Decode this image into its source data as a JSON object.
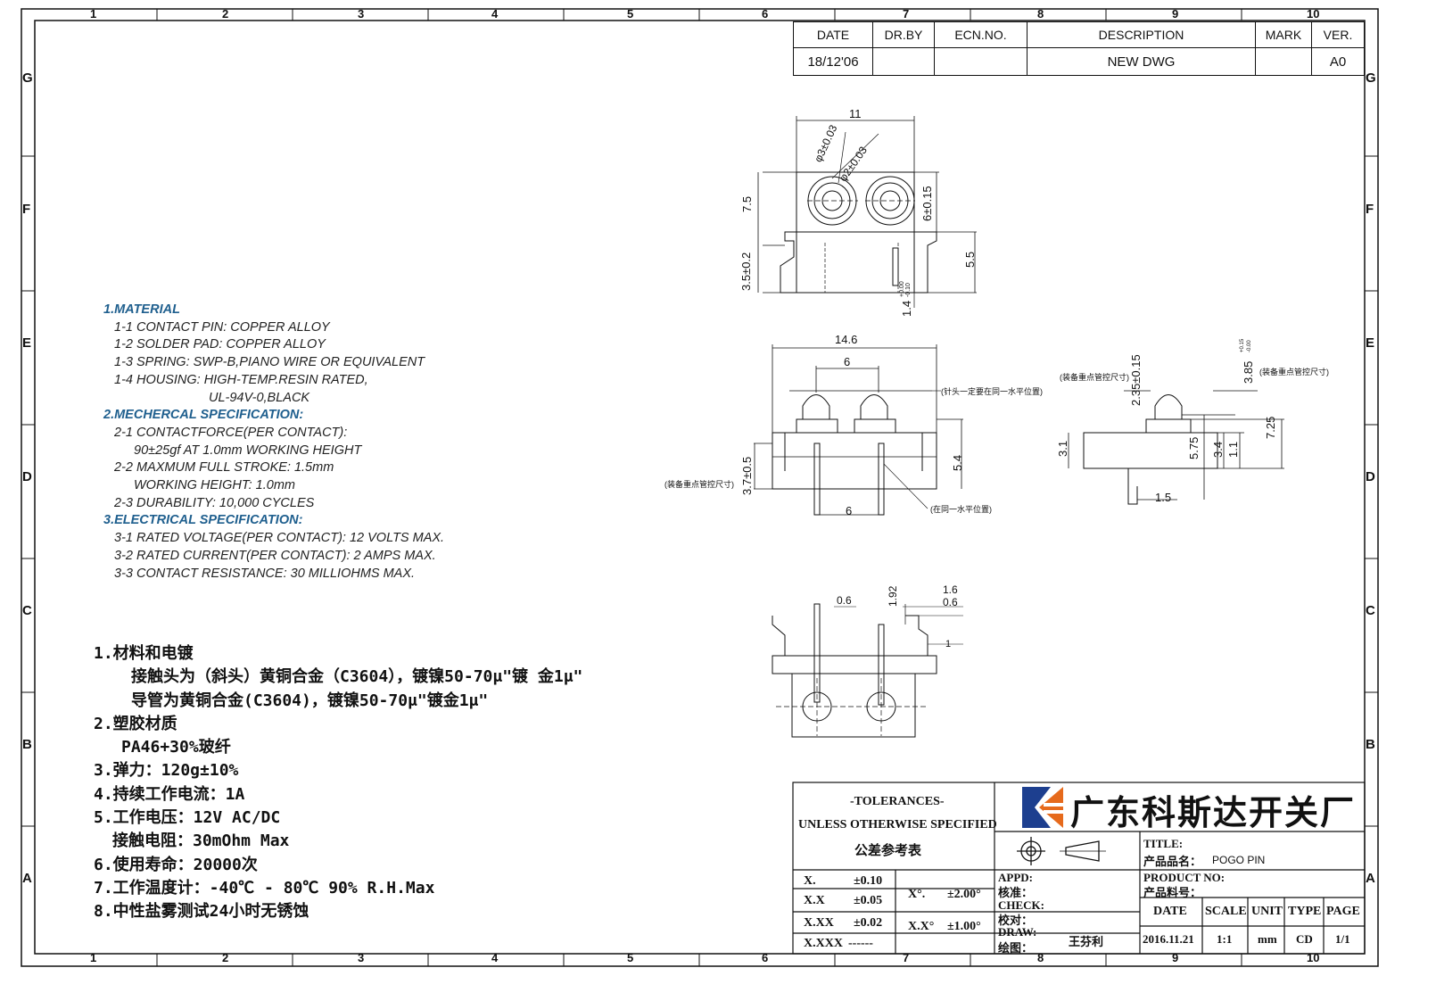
{
  "grid": {
    "columns": [
      "1",
      "2",
      "3",
      "4",
      "5",
      "6",
      "7",
      "8",
      "9",
      "10"
    ],
    "rows": [
      "G",
      "F",
      "E",
      "D",
      "C",
      "B",
      "A"
    ]
  },
  "revision_block": {
    "headers": [
      "DATE",
      "DR.BY",
      "ECN.NO.",
      "DESCRIPTION",
      "MARK",
      "VER."
    ],
    "row": [
      "18/12'06",
      "",
      "",
      "NEW  DWG",
      "",
      "A0"
    ]
  },
  "spec_en": [
    {
      "text": "1.MATERIAL",
      "style": "h"
    },
    {
      "text": "1-1 CONTACT PIN:  COPPER ALLOY",
      "style": "i1"
    },
    {
      "text": "1-2 SOLDER PAD:  COPPER ALLOY",
      "style": "i1"
    },
    {
      "text": "1-3 SPRING:  SWP-B,PIANO WIRE OR EQUIVALENT",
      "style": "i1"
    },
    {
      "text": "1-4 HOUSING:  HIGH-TEMP.RESIN RATED,",
      "style": "i1"
    },
    {
      "text": "UL-94V-0,BLACK",
      "style": "i3"
    },
    {
      "text": "2.MECHERCAL SPECIFICATION:",
      "style": "h"
    },
    {
      "text": "2-1 CONTACTFORCE(PER CONTACT):",
      "style": "i1"
    },
    {
      "text": "90±25gf AT 1.0mm WORKING HEIGHT",
      "style": "i2"
    },
    {
      "text": "2-2 MAXMUM FULL STROKE:  1.5mm",
      "style": "i1"
    },
    {
      "text": "WORKING HEIGHT:  1.0mm",
      "style": "i2"
    },
    {
      "text": "2-3 DURABILITY:  10,000 CYCLES",
      "style": "i1"
    },
    {
      "text": "3.ELECTRICAL SPECIFICATION:",
      "style": "h"
    },
    {
      "text": "3-1 RATED VOLTAGE(PER CONTACT):  12 VOLTS MAX.",
      "style": "i1"
    },
    {
      "text": "3-2 RATED CURRENT(PER CONTACT):  2 AMPS MAX.",
      "style": "i1"
    },
    {
      "text": "3-3 CONTACT RESISTANCE:  30 MILLIOHMS MAX.",
      "style": "i1"
    }
  ],
  "spec_cn": [
    {
      "text": "1.材料和电镀",
      "style": ""
    },
    {
      "text": "接触头为（斜头）黄铜合金（C3604），镀镍50-70μ\"镀 金1μ\"",
      "style": "i1"
    },
    {
      "text": "导管为黄铜合金(C3604)，镀镍50-70μ\"镀金1μ\"",
      "style": "i1"
    },
    {
      "text": "2.塑胶材质",
      "style": ""
    },
    {
      "text": "PA46+30%玻纤",
      "style": "i2"
    },
    {
      "text": "3.弹力：120g±10%",
      "style": ""
    },
    {
      "text": "4.持续工作电流：1A",
      "style": ""
    },
    {
      "text": "5.工作电压：12V AC/DC",
      "style": ""
    },
    {
      "text": "接触电阻：30mOhm Max",
      "style": "i3"
    },
    {
      "text": "6.使用寿命：20000次",
      "style": ""
    },
    {
      "text": "7.工作温度计：-40℃ - 80℃  90% R.H.Max",
      "style": ""
    },
    {
      "text": "8.中性盐雾测试24小时无锈蚀",
      "style": ""
    }
  ],
  "dims_top": {
    "width": "11",
    "d1": "φ3±0.03",
    "d2": "φ2±0.03",
    "h1": "7.5",
    "h2": "6±0.15",
    "h3": "3.5±0.2",
    "h4": "5.5",
    "pin": "1.4",
    "pin_tol_up": "+0.00",
    "pin_tol_dn": "-0.10"
  },
  "dims_front": {
    "width": "14.6",
    "pitch": "6",
    "pitch_bottom": "6",
    "h1": "3.7±0.5",
    "h2": "5.4",
    "note_tip": "(针头一定要在同一水平位置)",
    "note_ctrl": "(装备重点管控尺寸)",
    "note_level": "(在同一水平位置)"
  },
  "dims_side": {
    "d1": "2.35±0.15",
    "d2": "3.85",
    "d2_tol_up": "+0.15",
    "d2_tol_dn": "-0.00",
    "d3": "3.1",
    "d4": "5.75",
    "d5": "3.4",
    "d6": "1.1",
    "d7": "7.25",
    "d8": "1.5",
    "note_ctrl_left": "(装备重点管控尺寸)",
    "note_ctrl_right": "(装备重点管控尺寸)"
  },
  "dims_bottom": {
    "d1": "0.6",
    "d2": "1.92",
    "d3": "1.6",
    "d4": "0.6",
    "d5": "1"
  },
  "tolerances": {
    "title": "-TOLERANCES-",
    "subtitle": "UNLESS OTHERWISE SPECIFIED",
    "cn": "公差参考表",
    "rows": [
      [
        "X.",
        "±0.10"
      ],
      [
        "X.X",
        "±0.05"
      ],
      [
        "X.XX",
        "±0.02"
      ],
      [
        "X.XXX",
        "------"
      ]
    ],
    "angles": [
      [
        "X°.",
        "±2.00°"
      ],
      [
        "X.X°",
        "±1.00°"
      ]
    ]
  },
  "company": {
    "name": "广东科斯达开关厂"
  },
  "title_block": {
    "title_label": "TITLE:",
    "product_name_label": "产品品名：",
    "product_name": "POGO PIN",
    "product_no_label": "PRODUCT NO:",
    "product_no_cn": "产品料号：",
    "appd": "APPD:",
    "appd_cn": "核准：",
    "check": "CHECK:",
    "check_cn": "校对：",
    "draw": "DRAW:",
    "draw_cn": "绘图：",
    "drawer": "王芬利",
    "cols": [
      "DATE",
      "SCALE",
      "UNIT",
      "TYPE",
      "PAGE"
    ],
    "vals": [
      "2016.11.21",
      "1:1",
      "mm",
      "CD",
      "1/1"
    ]
  },
  "colors": {
    "line": "#111111",
    "accent": "#1f5f8e",
    "logo_blue": "#1d3f8f",
    "logo_orange": "#e66a1c"
  }
}
